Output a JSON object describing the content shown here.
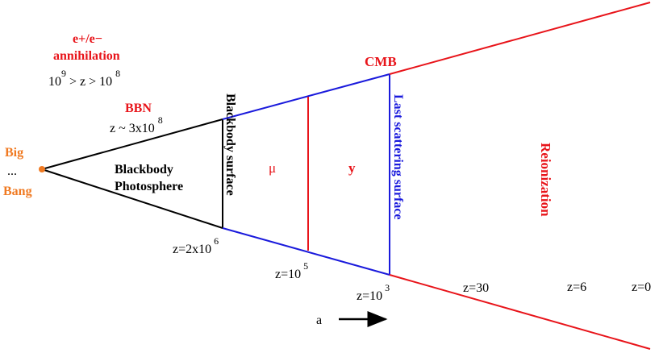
{
  "colors": {
    "black": "#000000",
    "red": "#e8141a",
    "blue": "#1a1adc",
    "orange": "#f07a22"
  },
  "labels": {
    "big": "Big",
    "dots": "...",
    "bang": "Bang",
    "epem_line1": "e+/e−",
    "epem_line2": "annihilation",
    "epem_range_base1": "10",
    "epem_range_exp1": "9",
    "epem_range_mid": "> z > 10",
    "epem_range_exp2": "8",
    "bbn": "BBN",
    "bbn_z_base": "z ~ 3x10",
    "bbn_z_exp": "8",
    "bb_photosphere_line1": "Blackbody",
    "bb_photosphere_line2": "Photosphere",
    "bb_surface": "Blackbody surface",
    "mu": "μ",
    "y": "y",
    "cmb": "CMB",
    "last_scattering": "Last scattering surface",
    "reionization": "Reionization",
    "z_2e6_base": "z=2x10",
    "z_2e6_exp": "6",
    "z_1e5_base": "z=10",
    "z_1e5_exp": "5",
    "z_1e3_base": "z=10",
    "z_1e3_exp": "3",
    "z_30": "z=30",
    "z_6": "z=6",
    "z_0": "z=0",
    "a": "a"
  }
}
